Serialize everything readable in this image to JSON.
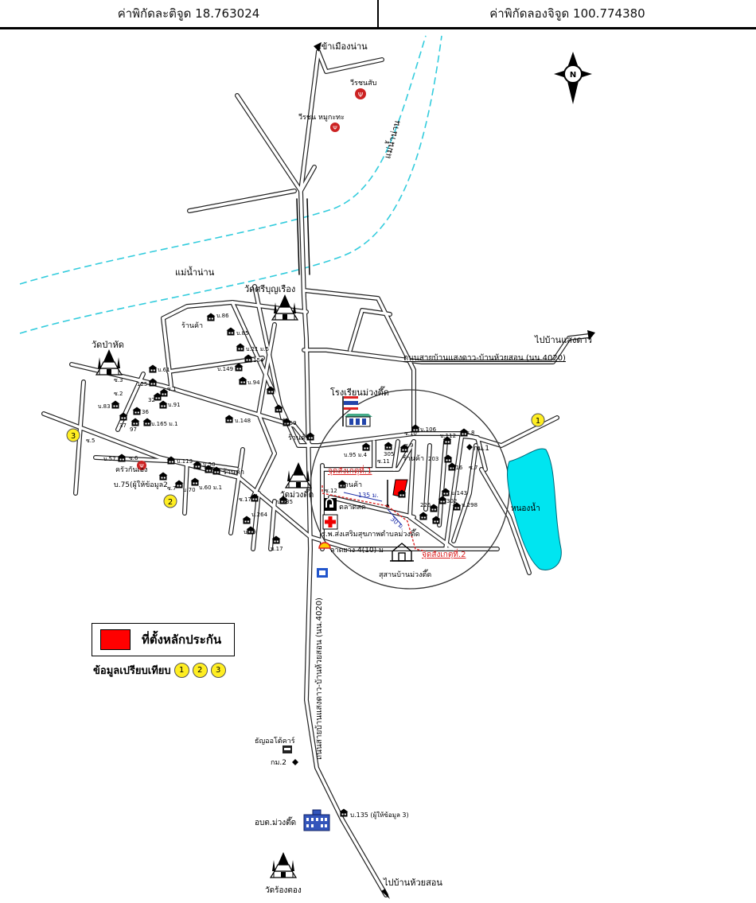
{
  "header": {
    "lat_label": "ค่าพิกัดละติจูด 18.763024",
    "lon_label": "ค่าพิกัดลองจิจูด 100.774380"
  },
  "map": {
    "north_letter": "N",
    "labels": {
      "to_nan": "เข้าเมืองน่าน",
      "nan_river_1": "แม่น้ำน่าน",
      "nan_river_2": "แม่น้ำน่าน",
      "resort1": "วีรชนสับ",
      "resort2": "วีรชน หมูกะทะ",
      "wat_siboon": "วัดศรีบุญเรือง",
      "wat_pahat": "วัดป่าหัด",
      "school": "โรงเรียนม่วงตึ๊ด",
      "wat_muang": "วัดม่วงตึ๊ด",
      "market": "ตลาดสด",
      "hospital": "ร.พ.ส่งเสริมสุขภาพตำบลม่วงตึ๊ด",
      "rubber": "ลาดยาง 4(10) ม",
      "cemetery": "สุสานบ้านม่วงตึ๊ด",
      "pond": "หนองน้ำ",
      "to_saengdao": "ไปบ้านแสงดาว",
      "road_4020": "ถนนสายบ้านแสงดาว-บ้านห้วยสอน (นน.4020)",
      "road_vertical": "ถนนสายบ้านแสงดาว-บ้านห้วยสอน (นน.4020)",
      "point1": "จุดสังเกตุที่.1",
      "point2": "จุดสังเกตุที่.2",
      "dist1": "135 ม.",
      "dist2": "30 ม.",
      "auto_shop": "ธัญออโต้คาร์",
      "km2": "กม.2",
      "km1": "กม.1",
      "abt": "อบต.ม่วงตึ๊ด",
      "ban135": "บ.135 (ผู้ให้ข้อมูล 3)",
      "to_huaison": "ไปบ้านห้วยสอน",
      "wat_rong": "วัดร้องตอง",
      "shop1": "ร้านค้า",
      "shop2": "ร้านค้า",
      "shop3": "ร้านค้า",
      "shop4": "ร้านค้า",
      "shop5": "ร้านค้า",
      "krua": "ครัวกันเอง",
      "b75": "บ.75(ผู้ให้ข้อมูล2",
      "h86": "บ.86",
      "h85": "บ.85",
      "h21": "บ.21 ม.5",
      "h149": "บ.149",
      "h154": "154",
      "h94": "บ.94",
      "h61": "บ.61",
      "h125": "125",
      "h32": "32",
      "h91": "บ.91",
      "h83": "บ.83",
      "h36": "36",
      "h37": "37",
      "h97": "97",
      "h165": "บ.165 ม.1",
      "h148": "บ.148",
      "h59": "บ.59",
      "h57": "บ.57",
      "h113": "บ.113",
      "h50": "บ.50",
      "h70": "บ.70",
      "h60": "บ.60 ม.1",
      "h335": "บ.335",
      "h264": "บ.264",
      "h29": "บ.29",
      "h17": "บ.17",
      "h95": "บ.95 ม.4",
      "h305": "305",
      "h106": "บ.106",
      "h112": "บ.112",
      "h203": "203",
      "h116": "116",
      "h143": "บ.143",
      "h302": "302",
      "h226": "226",
      "h298": "บ.298",
      "s1": "ซ.1",
      "s2": "ซ.2",
      "s3": "ซ.3",
      "s5": "ซ.5",
      "s6": "ซ.6",
      "s7a": "ซ.7",
      "s7b": "ซ.7",
      "s8": "ซ.8",
      "s9": "ซ.9",
      "s10": "ซ.10",
      "s11": "ซ.11",
      "s12": "ซ.12",
      "s17": "ซ.17",
      "c1": "1",
      "c2": "2",
      "c3": "3"
    }
  },
  "legend": {
    "site_label": "ที่ตั้งหลักประกัน",
    "compare_label": "ข้อมูลเปรียบเทียบ",
    "c1": "1",
    "c2": "2",
    "c3": "3"
  },
  "colors": {
    "river": "#33ccdd",
    "pond": "#00e5f0",
    "marker": "#ff0000",
    "circle_marker": "#ffee22",
    "annotation": "#dd2222"
  }
}
